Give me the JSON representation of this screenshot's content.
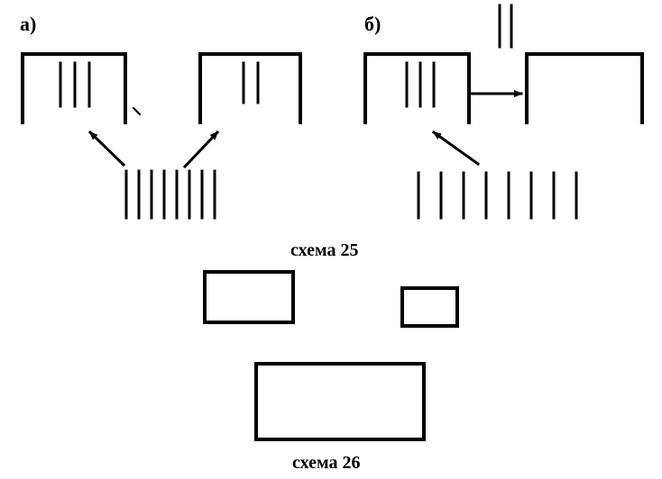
{
  "panel_a": {
    "label": "а)"
  },
  "panel_b": {
    "label": "б)"
  },
  "captions": {
    "scheme_25": "схема 25",
    "scheme_26": "схема 26"
  },
  "colors": {
    "ink": "#000000",
    "background": "#ffffff"
  }
}
